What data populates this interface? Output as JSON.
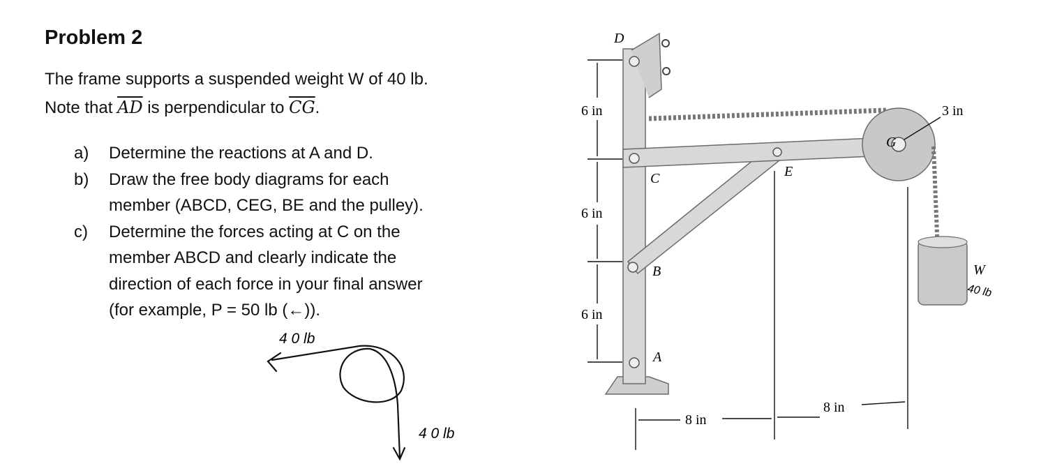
{
  "problem": {
    "title": "Problem 2",
    "intro_line1": "The frame supports a suspended weight W of 40 lb.",
    "intro_line2_prefix": "Note that ",
    "seg1": "AD",
    "intro_line2_mid": " is perpendicular to ",
    "seg2": "CG",
    "intro_line2_suffix": ".",
    "questions": [
      {
        "label": "a)",
        "text": "Determine the reactions at A and D."
      },
      {
        "label": "b)",
        "text": "Draw the free body diagrams for each\nmember (ABCD, CEG, BE and the pulley)."
      },
      {
        "label": "c)",
        "text": "Determine the forces acting at C on the\nmember ABCD and clearly indicate the\ndirection of each force in your final answer\n(for example, P = 50 lb (←))."
      }
    ]
  },
  "sketch": {
    "label_left": "4 0 lb",
    "label_down": "4 0 lb"
  },
  "diagram": {
    "point_labels": {
      "D": "D",
      "C": "C",
      "B": "B",
      "A": "A",
      "E": "E",
      "G": "G",
      "W": "W"
    },
    "dims": {
      "v1": "6 in",
      "v2": "6 in",
      "v3": "6 in",
      "h1": "8 in",
      "h2": "8 in",
      "r": "3 in"
    },
    "weight_note": "40 lb"
  },
  "colors": {
    "frame_fill": "#d8d8d8",
    "frame_edge": "#6b6b6b",
    "ink": "#111111"
  }
}
